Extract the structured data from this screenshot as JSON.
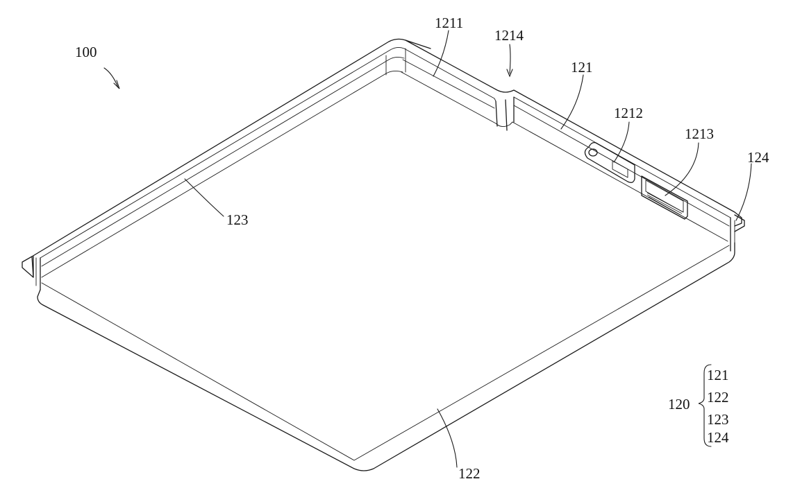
{
  "labels": {
    "assembly": "100",
    "wall_part": "1211",
    "notch": "1214",
    "side_wall": "121",
    "first_opening": "1212",
    "second_opening": "1213",
    "flange": "124",
    "corner_wall": "123",
    "bottom_plate": "122"
  },
  "legend": {
    "group": "120",
    "items": [
      "121",
      "122",
      "123",
      "124"
    ]
  }
}
